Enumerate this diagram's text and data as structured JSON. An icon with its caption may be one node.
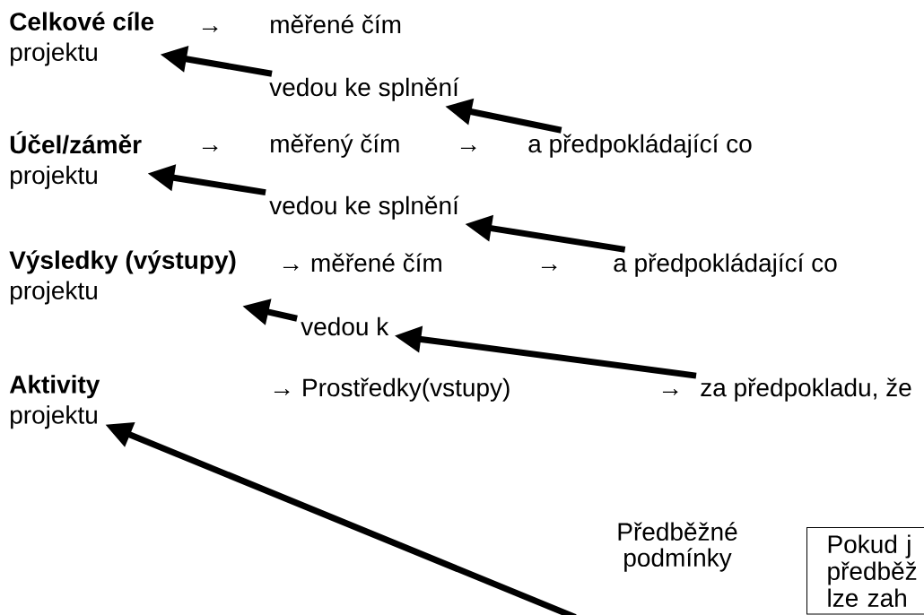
{
  "diagram": {
    "nodes": [
      {
        "text": [
          "Celkové cíle",
          "projektu"
        ]
      },
      {
        "text": [
          "vedou ke splnění"
        ]
      },
      {
        "text": [
          "a předpokládající co"
        ]
      },
      {
        "text": [
          "Účel/záměr",
          "projektu"
        ]
      },
      {
        "text": [
          "vedou ke splnění"
        ]
      },
      {
        "text": [
          "a předpokládající co"
        ]
      },
      {
        "text": [
          "Výsledky (výstupy)",
          "projektu"
        ]
      },
      {
        "text": [
          "vedou k"
        ]
      },
      {
        "text": [
          "za předpokladu, že"
        ]
      },
      {
        "text": [
          "Aktivity",
          "projektu"
        ]
      },
      {
        "text": [
          "Pokud j předběž lze zah"
        ]
      }
    ],
    "edges": [
      {
        "from": 1,
        "to": 0,
        "arrow": "to"
      },
      {
        "from": 2,
        "to": 1,
        "arrow": "to"
      },
      {
        "from": 4,
        "to": 3,
        "arrow": "to"
      },
      {
        "from": 5,
        "to": 4,
        "arrow": "to"
      },
      {
        "from": 7,
        "to": 6,
        "arrow": "to"
      },
      {
        "from": 8,
        "to": 7,
        "arrow": "to"
      },
      {
        "from": null,
        "to": 9,
        "arrow": "to"
      }
    ],
    "labels": [
      "→",
      "měřené čím",
      "→",
      "měřený čím",
      "→",
      "→ měřené čím",
      "→",
      "→ Prostředky(vstupy)",
      "→",
      "Předběžné podmínky"
    ]
  }
}
